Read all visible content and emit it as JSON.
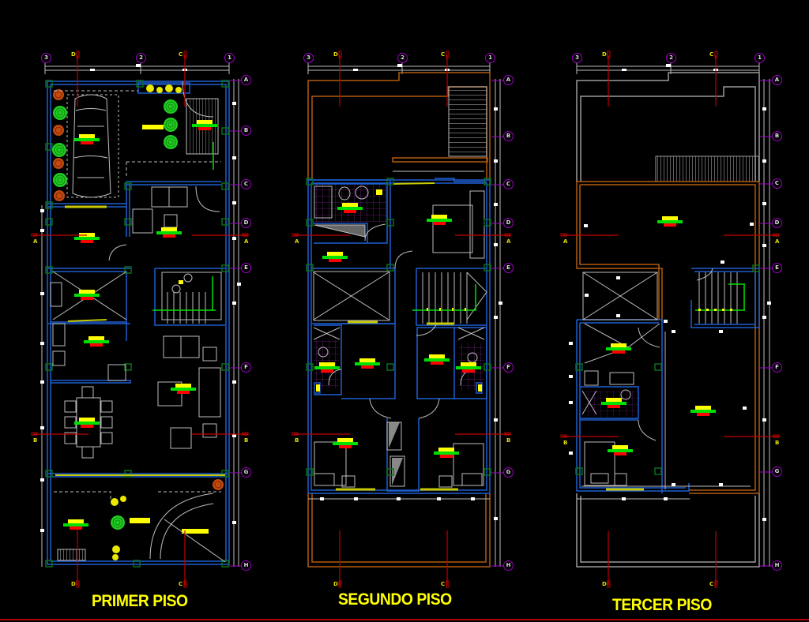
{
  "drawing": {
    "background": "#000000",
    "colors": {
      "wall": "#1e5fd0",
      "dim": "#bdbdbd",
      "column": "#0b6e1e",
      "section_line": "#c00000",
      "axis_bubble": "#a000c8",
      "title": "#ffff00",
      "slab": "#b05a10",
      "tag_yellow": "#ffff00",
      "tag_green": "#00e000",
      "tag_red": "#ff0000",
      "tile": "#8a2aa0",
      "plant": "#22cc22",
      "shrub": "#c04a10"
    },
    "plans": [
      {
        "id": "primer-piso",
        "title": "PRIMER PISO",
        "vertical_axes": [
          "3",
          "2",
          "1"
        ],
        "section_marks_top": [
          "D",
          "C"
        ],
        "section_marks_bottom": [
          "D",
          "C"
        ],
        "horizontal_axes": [
          "A",
          "B",
          "C",
          "D",
          "E",
          "F",
          "G",
          "H"
        ],
        "cut_labels": [
          "A",
          "A",
          "B",
          "B"
        ]
      },
      {
        "id": "segundo-piso",
        "title": "SEGUNDO PISO",
        "vertical_axes": [
          "3",
          "2",
          "1"
        ],
        "section_marks_top": [
          "D",
          "C"
        ],
        "section_marks_bottom": [
          "D",
          "C"
        ],
        "horizontal_axes": [
          "A",
          "B",
          "C",
          "D",
          "E",
          "F",
          "G",
          "H"
        ],
        "cut_labels": [
          "A",
          "A",
          "B",
          "B"
        ]
      },
      {
        "id": "tercer-piso",
        "title": "TERCER PISO",
        "vertical_axes": [
          "3",
          "2",
          "1"
        ],
        "section_marks_top": [
          "D",
          "C"
        ],
        "section_marks_bottom": [
          "D",
          "C"
        ],
        "horizontal_axes": [
          "A",
          "B",
          "C",
          "D",
          "E",
          "F",
          "G",
          "H"
        ],
        "cut_labels": [
          "A",
          "A",
          "B",
          "B"
        ]
      }
    ]
  }
}
